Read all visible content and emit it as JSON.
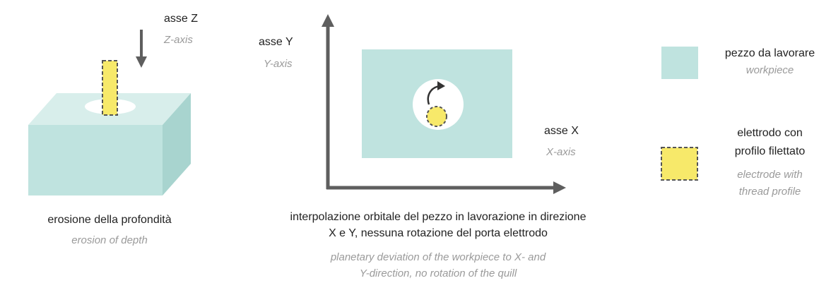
{
  "left_panel": {
    "axis_label": "asse Z",
    "axis_sublabel": "Z-axis",
    "caption": "erosione della profondità",
    "caption_sub": "erosion of depth"
  },
  "middle_panel": {
    "y_axis_label": "asse Y",
    "y_axis_sublabel": "Y-axis",
    "x_axis_label": "asse X",
    "x_axis_sublabel": "X-axis",
    "caption_line1": "interpolazione orbitale del pezzo in lavorazione in direzione",
    "caption_line2": "X e Y, nessuna rotazione del porta elettrodo",
    "caption_sub_line1": "planetary deviation of the workpiece to X- and",
    "caption_sub_line2": "Y-direction, no rotation of the quill"
  },
  "legend": {
    "workpiece_label": "pezzo da lavorare",
    "workpiece_sub": "workpiece",
    "electrode_label_line1": "elettrodo con",
    "electrode_label_line2": "profilo filettato",
    "electrode_sub_line1": "electrode with",
    "electrode_sub_line2": "thread profile"
  },
  "colors": {
    "workpiece": "#bfe3df",
    "electrode": "#f7e96a",
    "arrow": "#5e5e5e"
  }
}
